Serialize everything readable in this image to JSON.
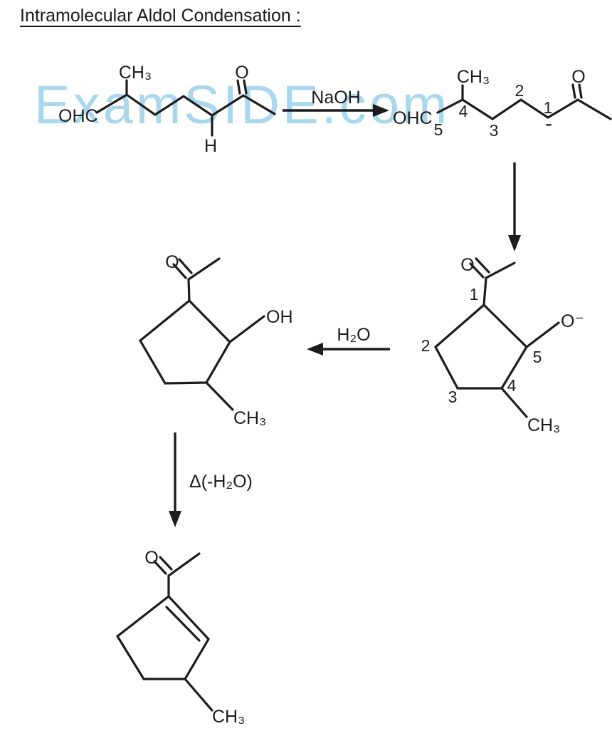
{
  "title": "Intramolecular Aldol Condensation :",
  "watermark": "ExamSIDE.com",
  "colors": {
    "ink": "#1c1c1c",
    "watermark": "#a9d7ee",
    "background": "#ffffff"
  },
  "molecules": {
    "keto_aldehyde": {
      "ohc": "OHC",
      "methyl": "CH₃",
      "carbonyl_o": "O",
      "alpha_h": "H"
    },
    "enolate_chain": {
      "ohc": "OHC",
      "c5": "5",
      "methyl": "CH₃",
      "c4": "4",
      "c3": "3",
      "c2": "2",
      "c1": "1",
      "carbanion": "-",
      "carbonyl_o": "O"
    },
    "cyclic_alkoxide": {
      "acetyl_o": "O",
      "c1": "1",
      "c2": "2",
      "c3": "3",
      "c4": "4",
      "c5": "5",
      "alkoxide_o": "O⁻",
      "methyl": "CH₃"
    },
    "cyclic_aldol": {
      "acetyl_o": "O",
      "hydroxyl": "OH",
      "methyl": "CH₃"
    },
    "enone_product": {
      "acetyl_o": "O",
      "methyl": "CH₃"
    }
  },
  "arrows": {
    "naoh_label": "NaOH",
    "h2o_label": "H₂O",
    "heat_label": "Δ(-H₂O)"
  }
}
